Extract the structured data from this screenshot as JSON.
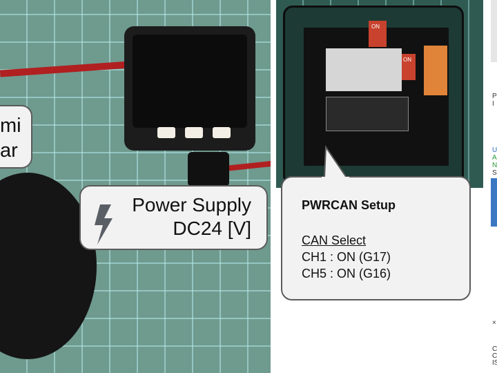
{
  "left_callout": {
    "line1": "mi",
    "line2": "ar"
  },
  "power_callout": {
    "line1": "Power Supply",
    "line2": "DC24 [V]",
    "icon": "lightning-bolt-icon",
    "icon_color": "#5a5f66"
  },
  "setup_callout": {
    "title": "PWRCAN Setup",
    "section": "CAN Select",
    "lines": [
      "CH1 : ON (G17)",
      "CH5 : ON (G16)"
    ]
  },
  "board_labels": {
    "on1": "ON",
    "on2": "ON"
  },
  "right_strip": {
    "fragments": [
      "P",
      "I",
      "U",
      "A",
      "N",
      "S",
      "×",
      "C",
      "C",
      "IS"
    ]
  }
}
